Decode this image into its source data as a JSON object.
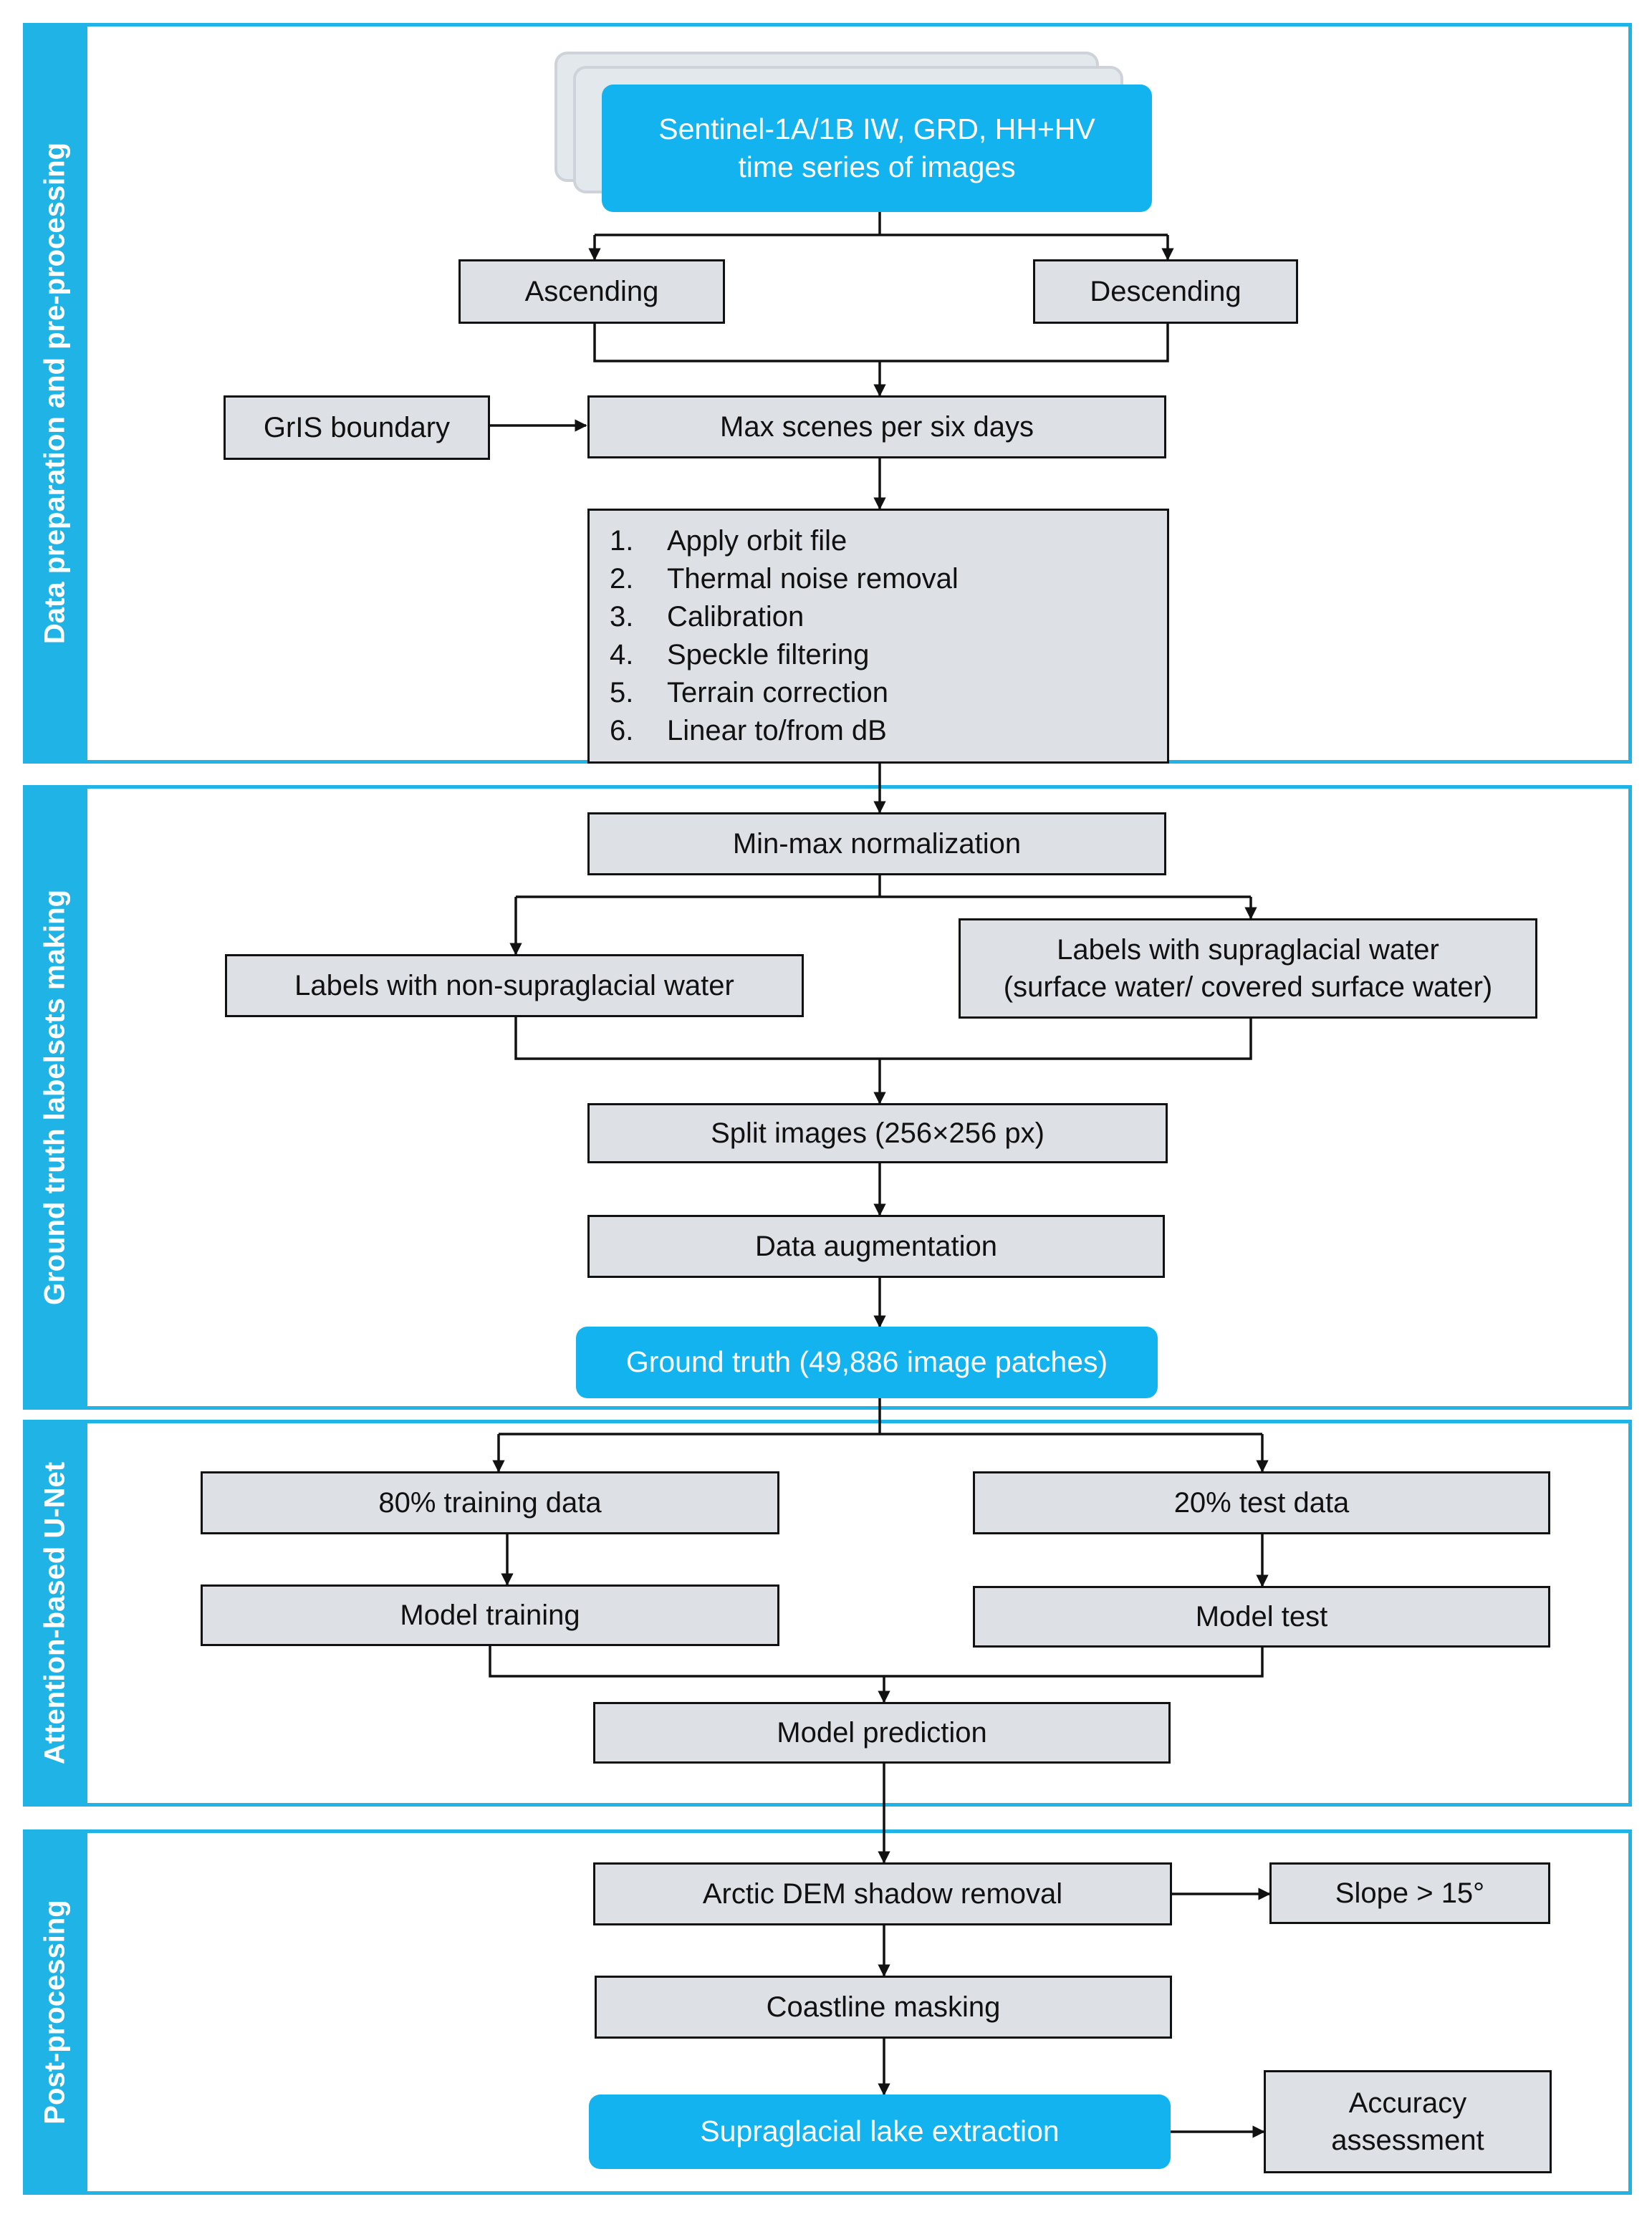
{
  "sections": {
    "preprocessing": "Data preparation and pre-processing",
    "ground_truth": "Ground truth labelsets making",
    "unet": "Attention-based U-Net",
    "postprocessing": "Post-processing"
  },
  "nodes": {
    "sentinel": [
      "Sentinel-1A/1B IW, GRD, HH+HV",
      "time series of images"
    ],
    "ascending": "Ascending",
    "descending": "Descending",
    "gris": "GrIS boundary",
    "max_scenes": "Max scenes per six days",
    "preprocess_steps": [
      {
        "num": "1.",
        "text": "Apply orbit file"
      },
      {
        "num": "2.",
        "text": "Thermal noise removal"
      },
      {
        "num": "3.",
        "text": "Calibration"
      },
      {
        "num": "4.",
        "text": "Speckle filtering"
      },
      {
        "num": "5.",
        "text": "Terrain correction"
      },
      {
        "num": "6.",
        "text": "Linear to/from dB"
      }
    ],
    "minmax": "Min-max normalization",
    "labels_non": "Labels with non-supraglacial water",
    "labels_supra": [
      "Labels with supraglacial water",
      "(surface water/ covered surface water)"
    ],
    "split": "Split images (256×256 px)",
    "augmentation": "Data augmentation",
    "ground_truth": "Ground truth (49,886 image patches)",
    "training_data": "80% training data",
    "test_data": "20% test data",
    "model_training": "Model training",
    "model_test": "Model test",
    "model_prediction": "Model prediction",
    "dem": "Arctic DEM shadow removal",
    "slope": "Slope > 15°",
    "coastline": "Coastline masking",
    "extraction": "Supraglacial lake extraction",
    "accuracy": [
      "Accuracy",
      "assessment"
    ]
  },
  "colors": {
    "accent": "#1fb3e6",
    "box_fill": "#dde1e6",
    "highlight": "#12b3ee"
  }
}
